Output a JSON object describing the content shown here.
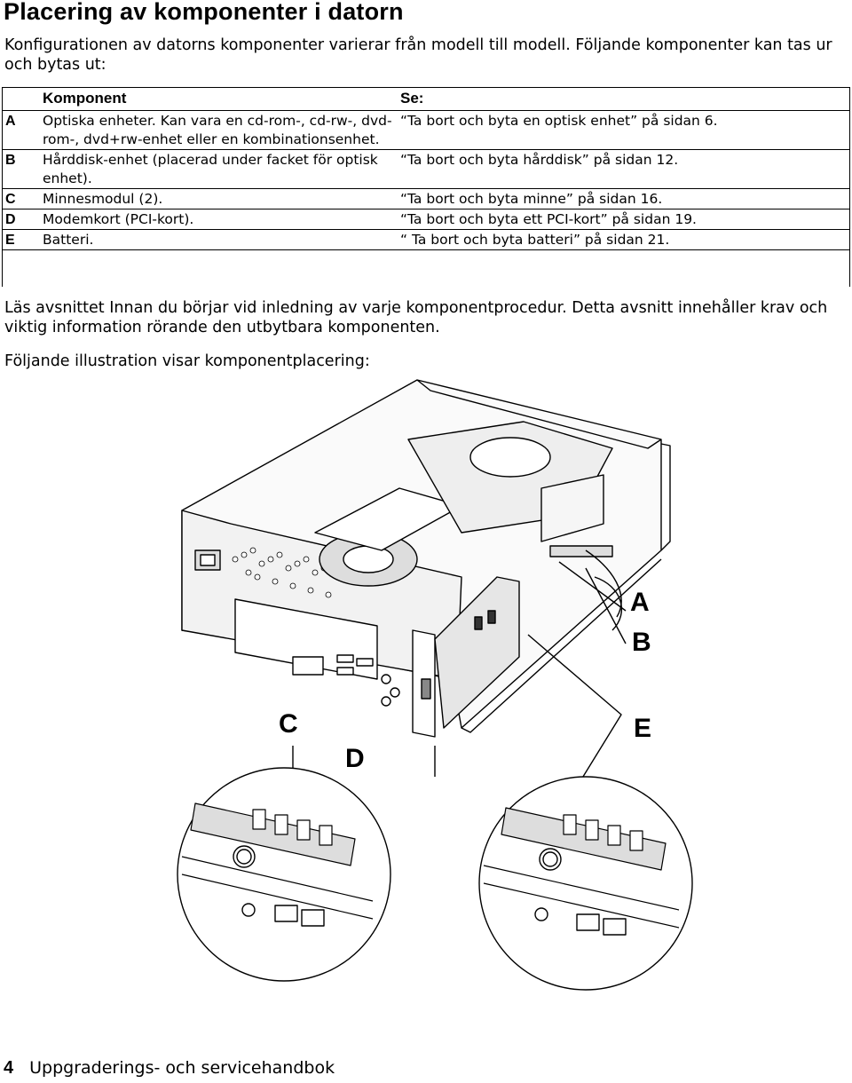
{
  "page": {
    "title": "Placering av komponenter i datorn",
    "intro": "Konfigurationen av datorns komponenter varierar från modell till modell. Följande komponenter kan tas ur och bytas ut:",
    "note": "Läs avsnittet Innan du börjar vid inledning av varje komponentprocedur. Detta avsnitt innehåller krav och viktig information rörande den utbytbara komponenten.",
    "figure_intro": "Följande illustration visar komponentplacering:"
  },
  "table": {
    "headers": {
      "letter": "",
      "component": "Komponent",
      "see": "Se:"
    },
    "rows": [
      {
        "letter": "A",
        "component": "Optiska enheter. Kan vara en cd-rom-, cd-rw-, dvd-rom-, dvd+rw-enhet eller en kombinationsenhet.",
        "see": "“Ta bort och byta en optisk enhet” på sidan 6."
      },
      {
        "letter": "B",
        "component": "Hårddisk-enhet (placerad under facket för optisk enhet).",
        "see": "“Ta bort och byta hårddisk” på sidan 12."
      },
      {
        "letter": "C",
        "component": "Minnesmodul (2).",
        "see": "“Ta bort och byta minne” på sidan 16."
      },
      {
        "letter": "D",
        "component": "Modemkort (PCI-kort).",
        "see": "“Ta bort och byta ett PCI-kort” på sidan 19."
      },
      {
        "letter": "E",
        "component": "Batteri.",
        "see": "“ Ta bort och byta batteri” på sidan 21."
      }
    ]
  },
  "figure": {
    "callouts": {
      "a": "A",
      "b": "B",
      "c": "C",
      "d": "D",
      "e": "E"
    }
  },
  "footer": {
    "page_number": "4",
    "book_title": "Uppgraderings- och servicehandbok"
  }
}
